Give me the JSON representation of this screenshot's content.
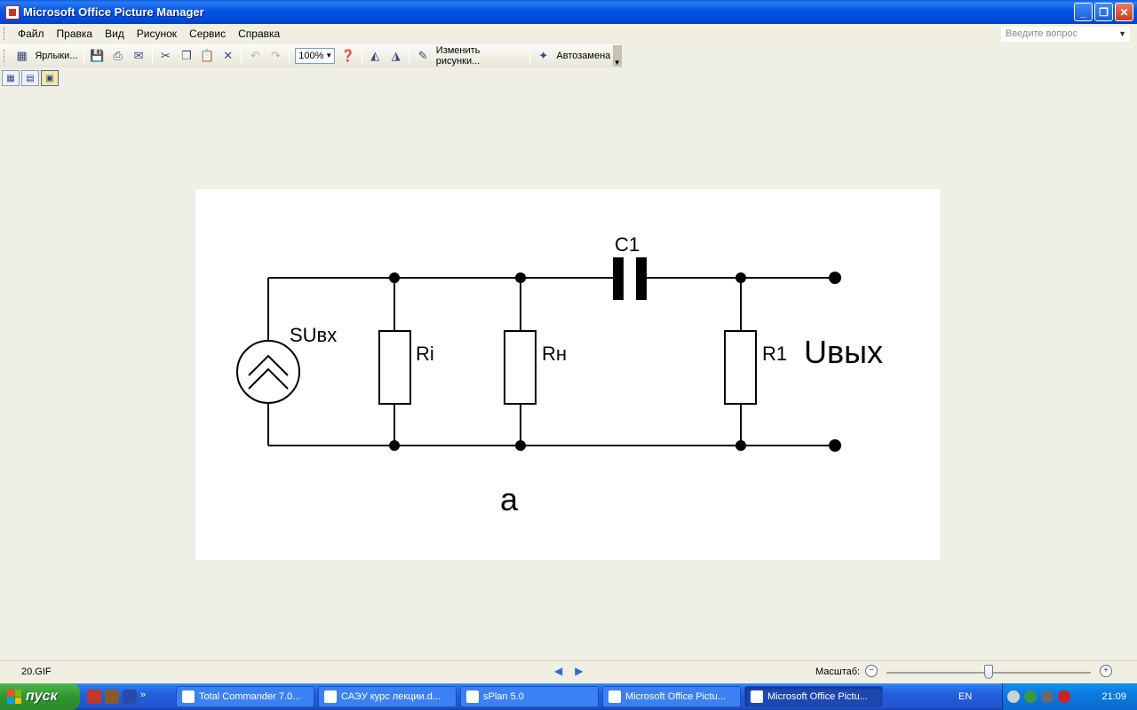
{
  "window": {
    "title": "Microsoft Office Picture Manager",
    "buttons": {
      "minimize": "_",
      "maximize": "❐",
      "close": "✕"
    }
  },
  "menubar": {
    "items": [
      "Файл",
      "Правка",
      "Вид",
      "Рисунок",
      "Сервис",
      "Справка"
    ],
    "help_placeholder": "Введите вопрос"
  },
  "toolbar": {
    "shortcuts_label": "Ярлыки...",
    "zoom_value": "100%",
    "edit_pictures_label": "Изменить рисунки...",
    "autocorrect_label": "Автозамена"
  },
  "picture": {
    "filename": "20.GIF",
    "labels": {
      "capacitor": "C1",
      "source": "SUвх",
      "ri": "Ri",
      "rn": "Rн",
      "r1": "R1",
      "output": "Uвых",
      "caption": "а"
    }
  },
  "statusbar": {
    "filename": "20.GIF",
    "zoom_label": "Масштаб:",
    "zoom_level": 0.5
  },
  "taskbar": {
    "start_label": "пуск",
    "tasks": [
      {
        "label": "Total Commander 7.0...",
        "active": false
      },
      {
        "label": "САЭУ курс лекции.d...",
        "active": false
      },
      {
        "label": "sPlan 5.0",
        "active": false
      },
      {
        "label": "Microsoft Office Pictu...",
        "active": false
      },
      {
        "label": "Microsoft Office Pictu...",
        "active": true
      }
    ],
    "language": "EN",
    "clock": "21:09"
  },
  "colors": {
    "titlebar": "#0055e5",
    "taskbar": "#245edb",
    "start": "#2e962e",
    "canvas": "#f0efe6"
  }
}
